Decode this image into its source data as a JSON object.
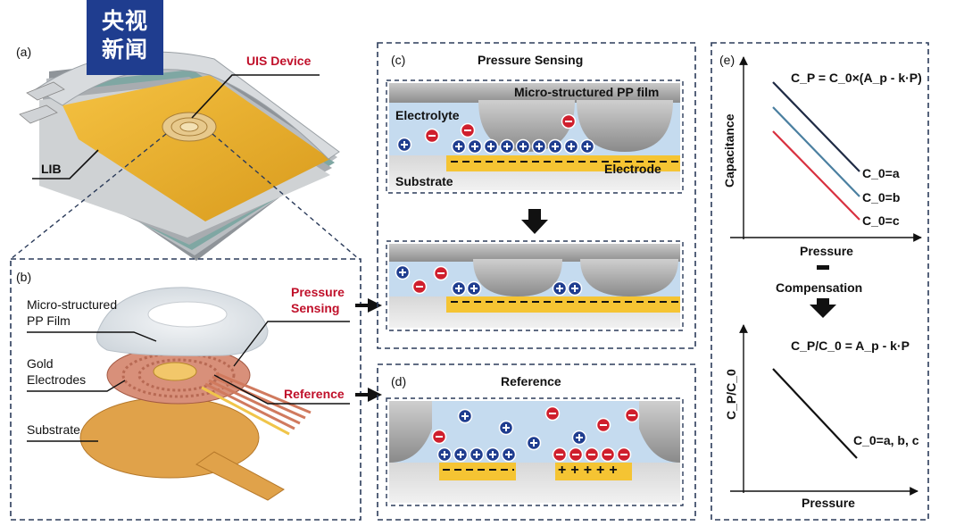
{
  "watermark": {
    "line1": "央视",
    "line2": "新闻"
  },
  "panel_a": {
    "tag": "(a)",
    "uis_label": "UIS Device",
    "lib_label": "LIB"
  },
  "panel_b": {
    "tag": "(b)",
    "film_label_1": "Micro-structured",
    "film_label_2": "PP Film",
    "gold_label_1": "Gold",
    "gold_label_2": "Electrodes",
    "substrate_label": "Substrate",
    "pressure_label_1": "Pressure",
    "pressure_label_2": "Sensing",
    "reference_label": "Reference"
  },
  "panel_c": {
    "tag": "(c)",
    "title": "Pressure Sensing",
    "film_label": "Micro-structured PP film",
    "electrolyte_label": "Electrolyte",
    "electrode_label": "Electrode",
    "substrate_label": "Substrate"
  },
  "panel_d": {
    "tag": "(d)",
    "title": "Reference"
  },
  "panel_e": {
    "tag": "(e)",
    "top_formula": "C_P = C_0×(A_p - k·P)",
    "top_ylabel": "Capacitance",
    "top_xlabel": "Pressure",
    "legend": [
      "C_0=a",
      "C_0=b",
      "C_0=c"
    ],
    "line_colors": [
      "#1e2a44",
      "#4a7fa0",
      "#d8303f"
    ],
    "compensation_label": "Compensation",
    "bottom_formula": "C_P/C_0 = A_p - k·P",
    "bottom_ylabel": "C_P/C_0",
    "bottom_xlabel": "Pressure",
    "bottom_legend": "C_0=a, b, c"
  }
}
